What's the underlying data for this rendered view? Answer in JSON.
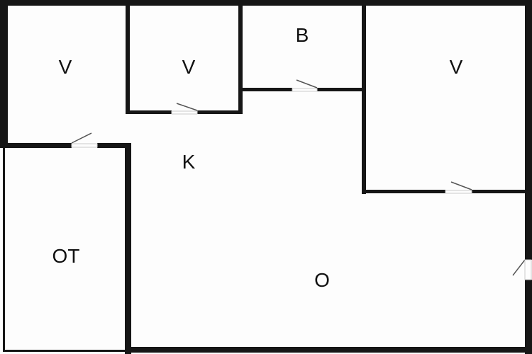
{
  "rooms": [
    {
      "id": "v1",
      "label": "V"
    },
    {
      "id": "v2",
      "label": "V"
    },
    {
      "id": "b",
      "label": "B"
    },
    {
      "id": "v3",
      "label": "V"
    },
    {
      "id": "k",
      "label": "K"
    },
    {
      "id": "ot",
      "label": "OT"
    },
    {
      "id": "o",
      "label": "O"
    }
  ],
  "colors": {
    "wall": "#161616",
    "background": "#fdfdfd",
    "door": "#555555"
  }
}
